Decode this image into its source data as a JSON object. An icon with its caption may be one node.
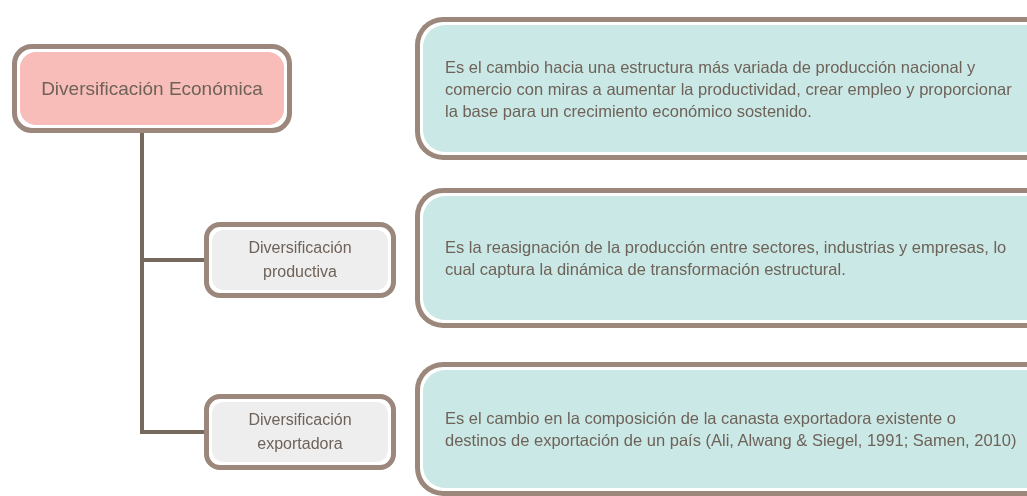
{
  "diagram": {
    "nodes": [
      {
        "text": [
          "Diversificación Económica"
        ]
      },
      {
        "text": [
          "Es el cambio hacia una estructura más variada de producción nacional y comercio con miras a aumentar la productividad, crear empleo y proporcionar la base para un crecimiento económico sostenido."
        ]
      },
      {
        "text": [
          "Diversificación productiva"
        ]
      },
      {
        "text": [
          "Es la reasignación de la producción entre sectores, industrias y empresas, lo cual captura la dinámica de transformación estructural."
        ]
      },
      {
        "text": [
          "Diversificación exportadora"
        ]
      },
      {
        "text": [
          "Es el cambio en la composición de la canasta exportadora existente o destinos de exportación de un país (Ali, Alwang & Siegel, 1991; Samen, 2010)"
        ]
      }
    ],
    "edges": [
      {
        "from": 0,
        "to": 2,
        "arrow": "none"
      },
      {
        "from": 0,
        "to": 4,
        "arrow": "none"
      }
    ]
  }
}
